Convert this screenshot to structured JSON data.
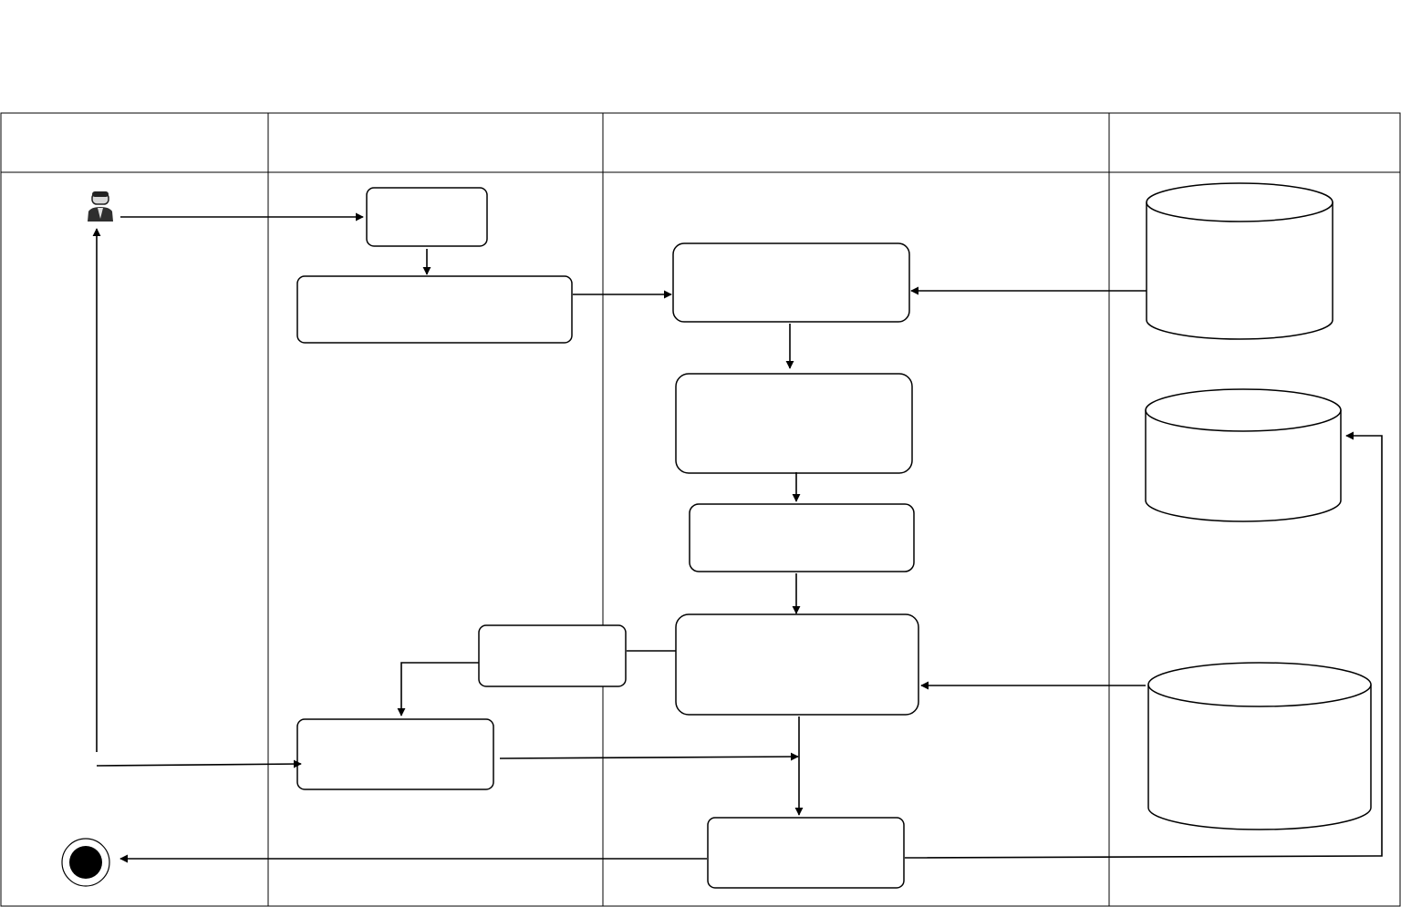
{
  "diagram": {
    "type": "activity-swimlane",
    "lanes": [
      {
        "id": "lane-1",
        "title": ""
      },
      {
        "id": "lane-2",
        "title": ""
      },
      {
        "id": "lane-3",
        "title": ""
      },
      {
        "id": "lane-4",
        "title": ""
      }
    ],
    "actor_icon": "person-icon",
    "end_icon": "final-node-icon",
    "nodes": {
      "n1": "",
      "n2": "",
      "n3": "",
      "n4": "",
      "n5": "",
      "n6": "",
      "n7": "",
      "n8": "",
      "n9": "",
      "db1": "",
      "db2": "",
      "db3": ""
    },
    "colors": {
      "stroke": "#000000",
      "background": "#ffffff"
    }
  }
}
